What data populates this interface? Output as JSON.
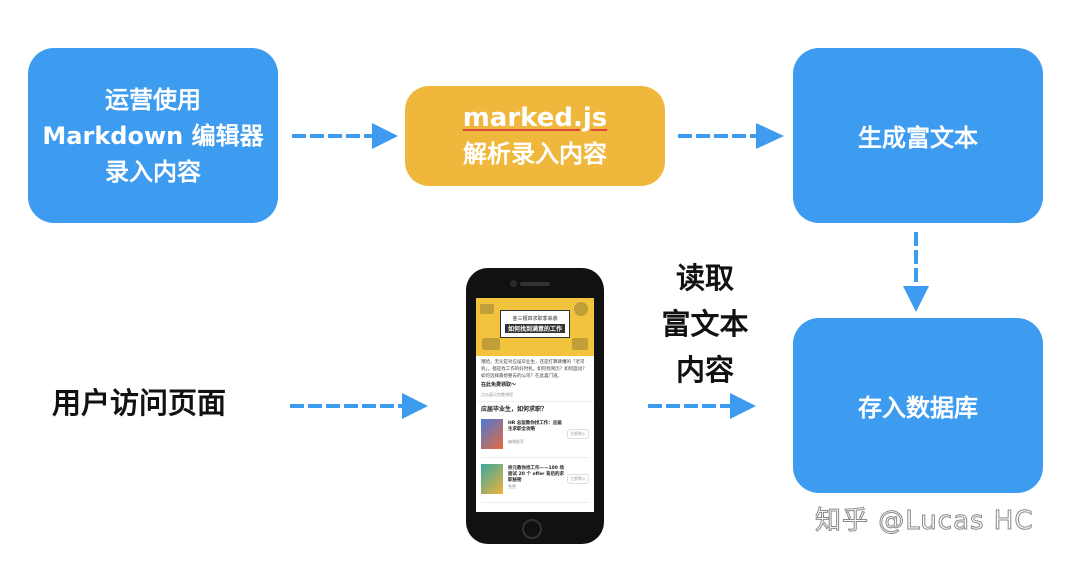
{
  "boxes": {
    "operator": {
      "line1": "运营使用",
      "line2": "Markdown 编辑器",
      "line3": "录入内容"
    },
    "marked": {
      "title": "marked.js",
      "subtitle": "解析录入内容"
    },
    "richtext": {
      "label": "生成富文本"
    },
    "database": {
      "label": "存入数据库"
    }
  },
  "labels": {
    "user_visit": "用户访问页面",
    "read_line1": "读取",
    "read_line2": "富文本",
    "read_line3": "内容"
  },
  "watermark": "知乎 @Lucas HC",
  "phone_screen": {
    "banner_line1": "金三银四求职季来袭",
    "banner_line2": "如何找到满意的工作",
    "paragraph": "哦哈，无论是对应届毕业生，还是打算跳槽的「老司机」，都是找工作的好时机。如何找简历？如何面试？如何选择最想要去的公司？在此喜门道。",
    "bold_line": "在此免费领取～",
    "small_line": "点击展示完整课程",
    "section_heading": "应届毕业生，如何求职？",
    "items": [
      {
        "title": "HR 总监教你找工作：应届生求职全攻略",
        "meta": "编辑推荐",
        "button": "立即购入"
      },
      {
        "title": "校元教你找工作——100 场面试 20 个 offer 背后的求职秘密",
        "meta": "免费",
        "button": "立即购入"
      }
    ]
  },
  "colors": {
    "blue": "#3d9bf0",
    "yellow": "#efb83c",
    "arrow": "#3d9bf0"
  }
}
